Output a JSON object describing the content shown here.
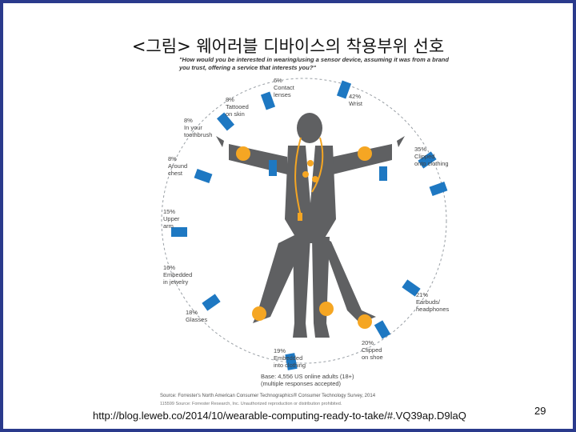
{
  "slide": {
    "title": "<그림> 웨어러블 디바이스의 착용부위 선호",
    "question": "\"How would you be interested in wearing/using a sensor device, assuming it was from a brand you trust, offering a service that interests you?\"",
    "url": "http://blog.leweb.co/2014/10/wearable-computing-ready-to-take/#.VQ39ap.D9laQ",
    "page_number": "29"
  },
  "labels": {
    "contact_lenses": "6%\nContact\nlenses",
    "tattooed": "8%\nTattooed\non skin",
    "wrist": "42%\nWrist",
    "toothbrush": "8%\nIn your\ntoothbrush",
    "clothing": "35%\nClipped\nonto clothing",
    "chest": "8%\nAround\nchest",
    "upper_arm": "15%\nUpper\narm",
    "jewelry": "16%\nEmbedded\nin jewelry",
    "earbuds": "21%\nEarbuds/\nheadphones",
    "glasses": "18%\nGlasses",
    "shoe": "20%\nClipped\non shoe",
    "into_clothing": "19%\nEmbedded\ninto clothing"
  },
  "base_note": "Base: 4,556 US online adults (18+)\n(multiple responses accepted)",
  "source_line": "Source: Forrester's North American Consumer Technographics® Consumer Technology Survey, 2014",
  "source_small": "115599          Source: Forrester Research, Inc. Unauthorized reproduction or distribution prohibited.",
  "colors": {
    "background": "#2a3a8c",
    "figure_gray": "#5f6062",
    "accent_blue": "#1e78c2",
    "accent_orange": "#f5a623"
  }
}
